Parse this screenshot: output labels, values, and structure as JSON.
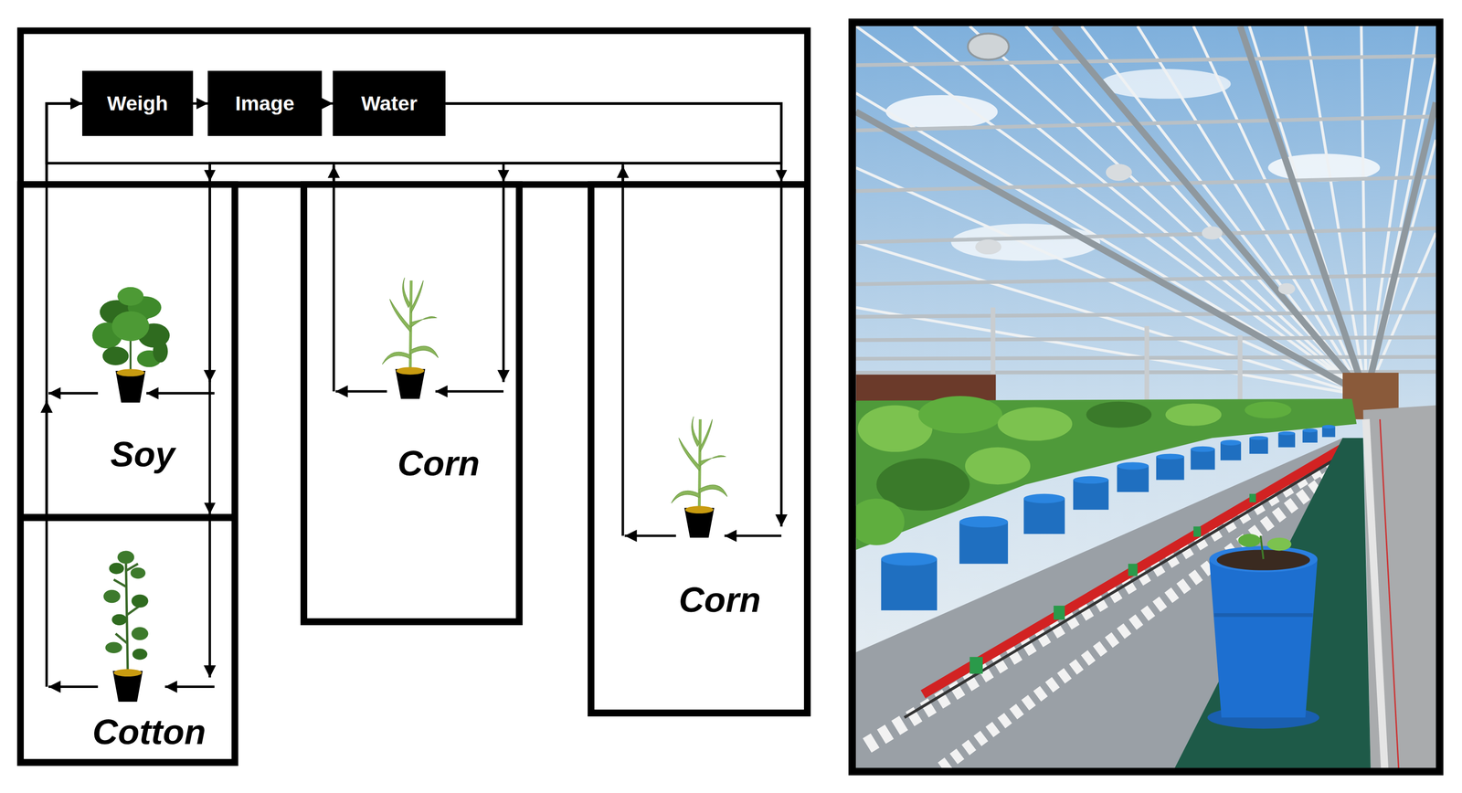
{
  "diagram": {
    "nodes": [
      {
        "text": [
          "Weigh"
        ]
      },
      {
        "text": [
          "Image"
        ]
      },
      {
        "text": [
          "Water"
        ]
      },
      {
        "text": [
          "Soy"
        ]
      },
      {
        "text": [
          "Cotton"
        ]
      },
      {
        "text": [
          "Corn"
        ]
      },
      {
        "text": [
          "Corn"
        ]
      }
    ],
    "edges": [
      {
        "from": 0,
        "to": 1,
        "arrow": "to"
      },
      {
        "from": 1,
        "to": 2,
        "arrow": "to"
      },
      {
        "from": 2,
        "to": 6,
        "arrow": "to"
      },
      {
        "from": 2,
        "to": 5,
        "arrow": "to"
      },
      {
        "from": 2,
        "to": 3,
        "arrow": "to"
      },
      {
        "from": 2,
        "to": 4,
        "arrow": "to"
      },
      {
        "from": 3,
        "to": 0,
        "arrow": "to"
      },
      {
        "from": 4,
        "to": 0,
        "arrow": "to"
      },
      {
        "from": 5,
        "to": 0,
        "arrow": "to"
      },
      {
        "from": 6,
        "to": 0,
        "arrow": "to"
      }
    ]
  }
}
